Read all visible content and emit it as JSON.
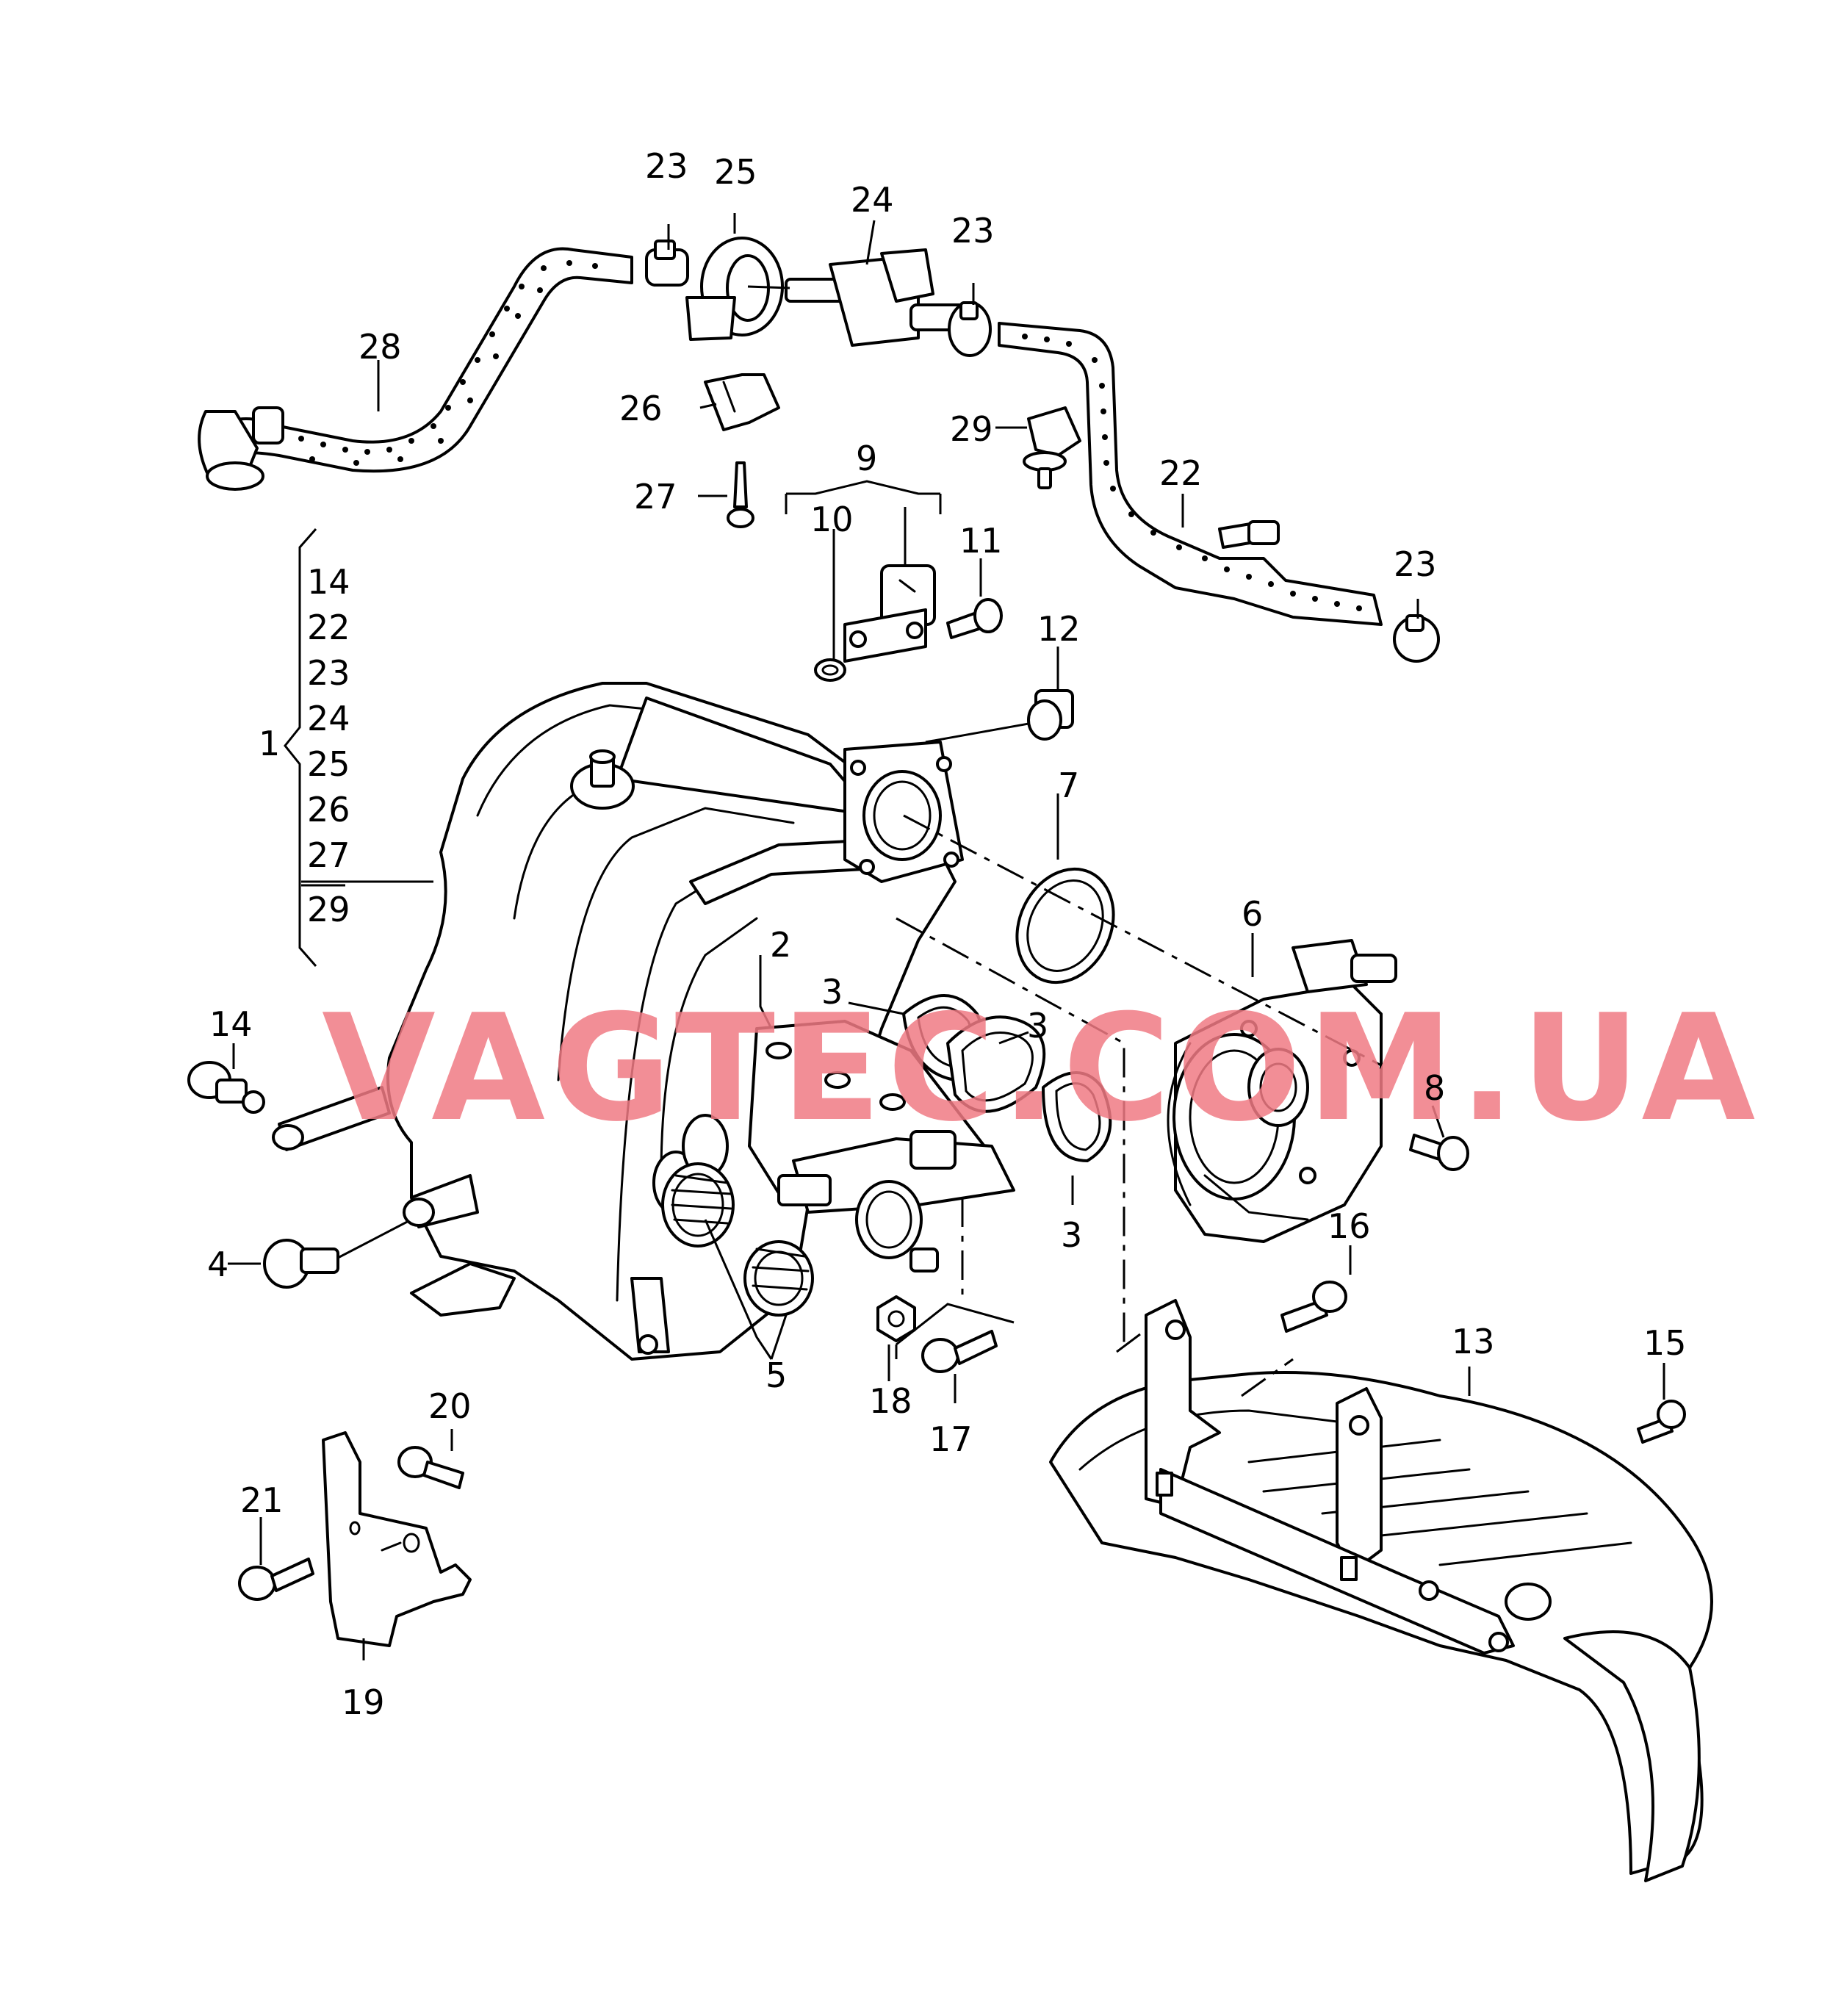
{
  "watermark": {
    "text": "VAGTEC.COM.UA",
    "color": "#f07a84"
  },
  "callouts": {
    "c1": "1",
    "c2": "2",
    "c3a": "3",
    "c3b": "3",
    "c3c": "3",
    "c4": "4",
    "c5": "5",
    "c6": "6",
    "c7": "7",
    "c8": "8",
    "c9": "9",
    "c10": "10",
    "c11": "11",
    "c12": "12",
    "c13": "13",
    "c14": "14",
    "c15": "15",
    "c16": "16",
    "c17": "17",
    "c18": "18",
    "c19": "19",
    "c20": "20",
    "c21": "21",
    "c22": "22",
    "c23a": "23",
    "c23b": "23",
    "c23c": "23",
    "c24": "24",
    "c25": "25",
    "c26": "26",
    "c27": "27",
    "c28": "28",
    "c29": "29"
  },
  "group_1_items": [
    "14",
    "22",
    "23",
    "24",
    "25",
    "26",
    "27",
    "29"
  ]
}
